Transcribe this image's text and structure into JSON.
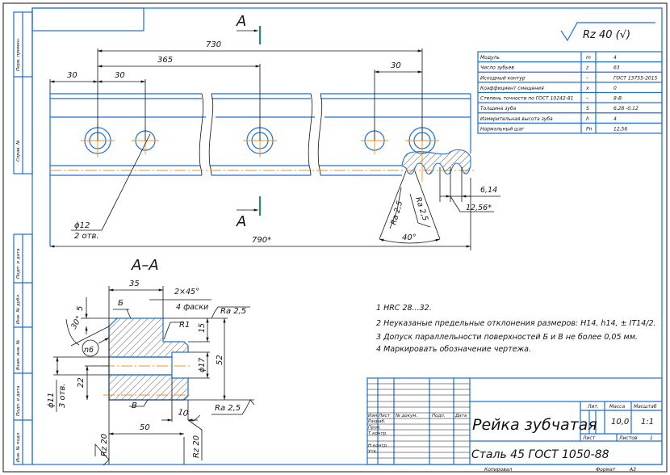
{
  "colors": {
    "frame": "#1f6fd1",
    "centerline": "#f0901e",
    "section_mark": "#1a8c80",
    "lines": "#111111"
  },
  "roughness_general": "Rz 40 (√)",
  "side_strip": [
    "Перв. примен.",
    "Справ. №",
    "Подп. и дата",
    "Инв. № дубл.",
    "Взам. инв. №",
    "Подп. и дата",
    "Инв. № подл."
  ],
  "main_view": {
    "section_letter_top": "A",
    "section_letter_bottom": "A",
    "dims": {
      "d730": "730",
      "d365": "365",
      "d30_left": "30",
      "d30_mid": "30",
      "d30_right": "30",
      "d790": "790*"
    },
    "hole_label": "ϕ12",
    "hole_count": "2 отв.",
    "tooth": {
      "ra_left": "Ra 2,5",
      "ra_right": "Ra 2,5",
      "angle": "40°",
      "d614": "6,14",
      "d1256": "12,56*"
    }
  },
  "section": {
    "title": "A–A",
    "dims": {
      "d35": "35",
      "chamfer": "2×45°",
      "chamfer_count": "4 фаски",
      "d5": "5",
      "angle30": "30°",
      "r1": "R1",
      "d15": "15",
      "d52": "52",
      "d17": "ϕ17",
      "d22": "22",
      "d11": "ϕ11",
      "d11_count": "3 отв.",
      "d10": "10",
      "d50": "50",
      "ra_top": "Ra 2,5",
      "ra_bottom": "Ra 2,5",
      "rz_left": "Rz 20",
      "rz_right": "Rz 20",
      "surf_b": "Б",
      "surf_v": "В",
      "n6": "n6"
    }
  },
  "spec_table": [
    [
      "Модуль",
      "m",
      "4"
    ],
    [
      "Число зубьев",
      "z",
      "63"
    ],
    [
      "Исходный контур",
      "–",
      "ГОСТ 13755-2015"
    ],
    [
      "Коэффициент смещения",
      "x",
      "0"
    ],
    [
      "Степень точности по ГОСТ 10242-81",
      "–",
      "8-В"
    ],
    [
      "Толщина зуба",
      "S",
      "6,28 -0,12"
    ],
    [
      "Измерительная высота зуба",
      "h",
      "4"
    ],
    [
      "Нормальный шаг",
      "Pn",
      "12,56"
    ]
  ],
  "notes": [
    "1 HRC 28...32.",
    "2 Неуказаные предельные отклонения размеров: H14, h14, ± IT14/2.",
    "3 Допуск параллельности поверхностей Б и В не более 0,05 мм.",
    "4 Маркировать обозначение чертежа."
  ],
  "title_block": {
    "headers": [
      "Изм",
      "Лист",
      "№ докум.",
      "Подп.",
      "Дата"
    ],
    "roles": [
      "Разраб.",
      "Пров.",
      "Т.контр.",
      "",
      "Н.контр.",
      "Утв."
    ],
    "name": "Рейка зубчатая",
    "material": "Сталь 45 ГОСТ 1050-88",
    "lit_label": "Лит.",
    "mass_label": "Масса",
    "scale_label": "Масштаб",
    "mass": "10,0",
    "scale": "1:1",
    "sheet_label": "Лист",
    "sheets_label": "Листов",
    "sheets": "1",
    "copied": "Копировал",
    "format_label": "Формат",
    "format": "А3"
  }
}
